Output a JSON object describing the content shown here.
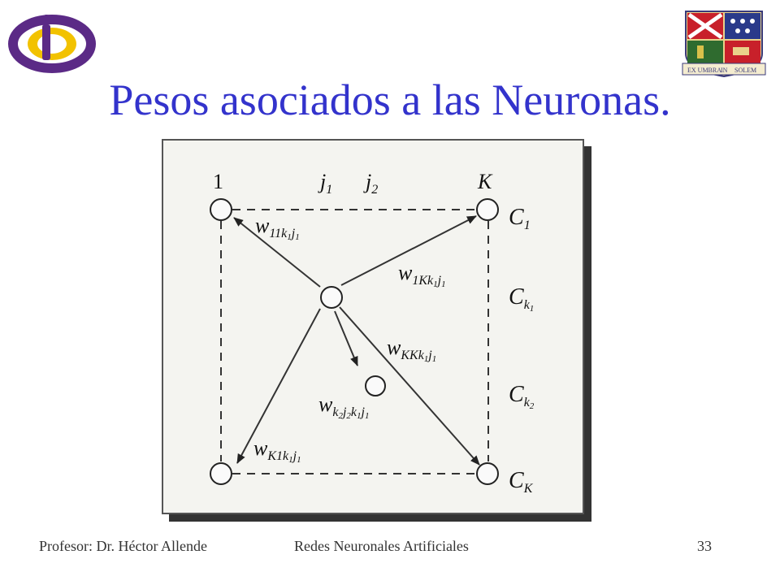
{
  "slide": {
    "title": "Pesos asociados a las Neuronas.",
    "logo_left": {
      "icon": "id-logo-icon"
    },
    "logo_right": {
      "icon": "university-crest-icon",
      "banner_left": "EX UMBRA",
      "banner_mid": "IN",
      "banner_right": "SOLEM"
    }
  },
  "diagram": {
    "top_labels": {
      "one": "1",
      "j1": "j",
      "j1_sub": "1",
      "j2": "j",
      "j2_sub": "2",
      "K": "K"
    },
    "weights": {
      "w11": {
        "base": "w",
        "sub": "11k",
        "sub2": "1",
        "sub3": "j",
        "sub4": "1"
      },
      "w1K": {
        "base": "w",
        "sub": "1Kk",
        "sub2": "1",
        "sub3": "j",
        "sub4": "1"
      },
      "wKK": {
        "base": "w",
        "sub": "KKk",
        "sub2": "1",
        "sub3": "j",
        "sub4": "1"
      },
      "wk2": {
        "base": "w",
        "sub": "k",
        "sub2": "2",
        "sub3": "j",
        "sub4": "2",
        "sub5": "k",
        "sub6": "1",
        "sub7": "j",
        "sub8": "1"
      },
      "wK1": {
        "base": "w",
        "sub": "K1k",
        "sub2": "1",
        "sub3": "j",
        "sub4": "1"
      }
    },
    "classes": {
      "c1": {
        "base": "C",
        "sub": "1"
      },
      "ck1": {
        "base": "C",
        "sub": "k",
        "sub2": "1"
      },
      "ck2": {
        "base": "C",
        "sub": "k",
        "sub2": "2"
      },
      "cK": {
        "base": "C",
        "sub": "K"
      }
    }
  },
  "footer": {
    "author": "Profesor: Dr. Héctor Allende",
    "course": "Redes Neuronales Artificiales",
    "page": "33"
  }
}
